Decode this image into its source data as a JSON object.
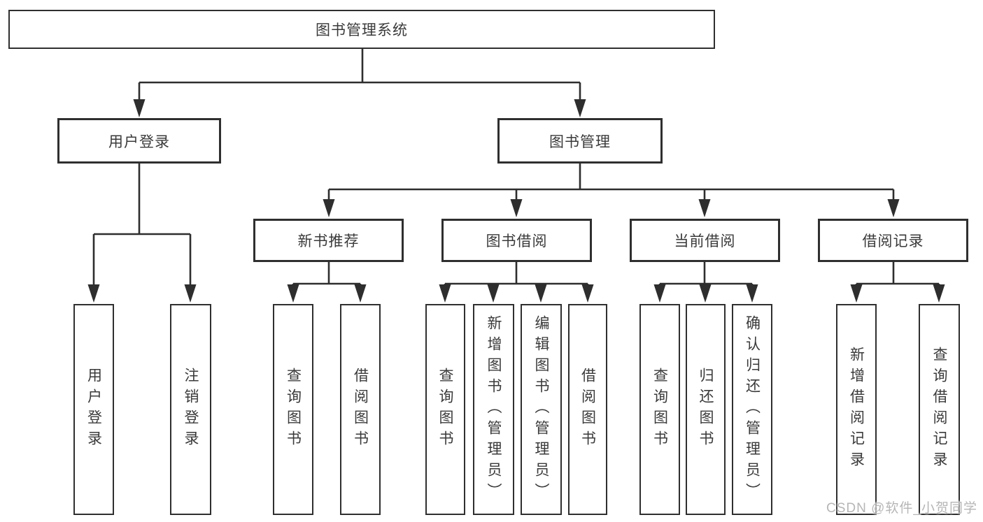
{
  "tree": {
    "root": {
      "label": "图书管理系统"
    },
    "branches": [
      {
        "label": "用户登录",
        "children": [
          {
            "label": "用户登录"
          },
          {
            "label": "注销登录"
          }
        ]
      },
      {
        "label": "图书管理",
        "children": [
          {
            "label": "新书推荐",
            "children": [
              {
                "label": "查询图书"
              },
              {
                "label": "借阅图书"
              }
            ]
          },
          {
            "label": "图书借阅",
            "children": [
              {
                "label": "查询图书"
              },
              {
                "label": "新增图书（管理员）"
              },
              {
                "label": "编辑图书（管理员）"
              },
              {
                "label": "借阅图书"
              }
            ]
          },
          {
            "label": "当前借阅",
            "children": [
              {
                "label": "查询图书"
              },
              {
                "label": "归还图书"
              },
              {
                "label": "确认归还（管理员）"
              }
            ]
          },
          {
            "label": "借阅记录",
            "children": [
              {
                "label": "新增借阅记录"
              },
              {
                "label": "查询借阅记录"
              }
            ]
          }
        ]
      }
    ]
  },
  "watermark": {
    "text": "CSDN @软件_小贺同学"
  },
  "colors": {
    "line": "#2e2e2e",
    "box_border": "#2f2f2f",
    "text": "#3a3a3a",
    "background": "#ffffff",
    "watermark": "#b6b6b6"
  }
}
